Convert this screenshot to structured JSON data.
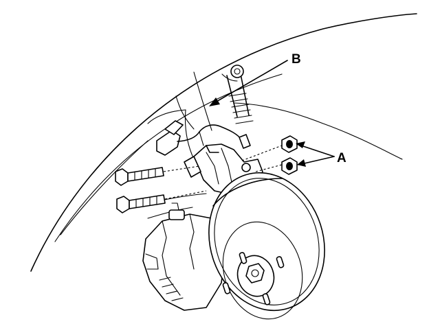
{
  "diagram": {
    "callouts": {
      "a": "A",
      "b": "B"
    },
    "parts": [
      "fender-arch",
      "wheel-well",
      "knuckle",
      "strut-spring",
      "abs-sensor-harness",
      "mounting-bolts",
      "flange-nuts",
      "brake-caliper",
      "brake-disc",
      "wheel-hub",
      "wheel-studs"
    ],
    "colors": {
      "line": "#000000",
      "background": "#ffffff"
    }
  }
}
